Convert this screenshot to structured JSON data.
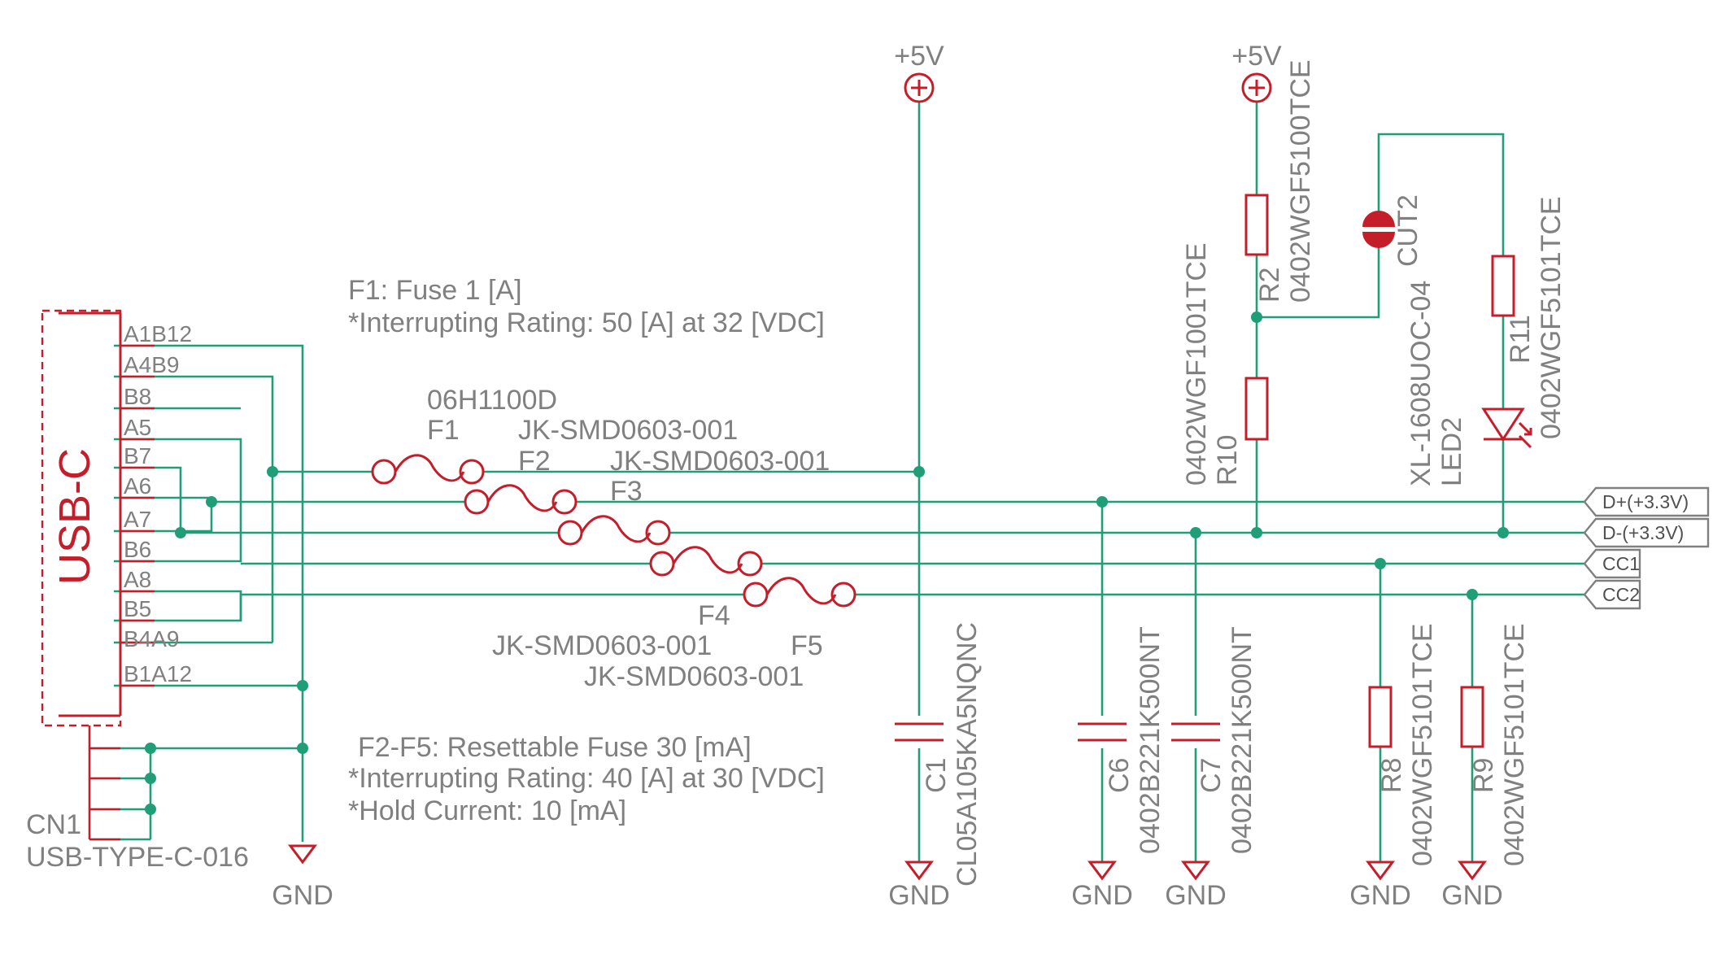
{
  "power": {
    "label": "+5V",
    "ground": "GND"
  },
  "connector": {
    "title": "USB-C",
    "ref": "CN1",
    "value": "USB-TYPE-C-016",
    "pins": [
      "A1B12",
      "A4B9",
      "B8",
      "A5",
      "B7",
      "A6",
      "A7",
      "B6",
      "A8",
      "B5",
      "B4A9",
      "B1A12"
    ]
  },
  "notes": {
    "f1_line1": "F1: Fuse 1 [A]",
    "f1_line2": "*Interrupting Rating: 50 [A] at 32 [VDC]",
    "f25_line1": "F2-F5: Resettable Fuse 30 [mA]",
    "f25_line2": "*Interrupting Rating: 40 [A] at 30 [VDC]",
    "f25_line3": "*Hold Current: 10 [mA]"
  },
  "fuses": [
    {
      "ref": "F1",
      "value": "06H1100D"
    },
    {
      "ref": "F2",
      "value": "JK-SMD0603-001"
    },
    {
      "ref": "F3",
      "value": "JK-SMD0603-001"
    },
    {
      "ref": "F4",
      "value": "JK-SMD0603-001"
    },
    {
      "ref": "F5",
      "value": "JK-SMD0603-001"
    }
  ],
  "capacitors": [
    {
      "ref": "C1",
      "value": "CL05A105KA5NQNC"
    },
    {
      "ref": "C6",
      "value": "0402B221K500NT"
    },
    {
      "ref": "C7",
      "value": "0402B221K500NT"
    }
  ],
  "resistors": [
    {
      "ref": "R2",
      "value": "0402WGF5100TCE"
    },
    {
      "ref": "R10",
      "value": "0402WGF1001TCE"
    },
    {
      "ref": "R11",
      "value": "0402WGF5101TCE"
    },
    {
      "ref": "R8",
      "value": "0402WGF5101TCE"
    },
    {
      "ref": "R9",
      "value": "0402WGF5101TCE"
    }
  ],
  "jumper": {
    "ref": "CUT2"
  },
  "led": {
    "ref": "LED2",
    "value": "XL-1608UOC-04"
  },
  "net_labels": [
    "D+(+3.3V)",
    "D-(+3.3V)",
    "CC1",
    "CC2"
  ],
  "colors": {
    "wire": "#1f9e77",
    "part": "#c41e2a",
    "text": "#808080"
  }
}
